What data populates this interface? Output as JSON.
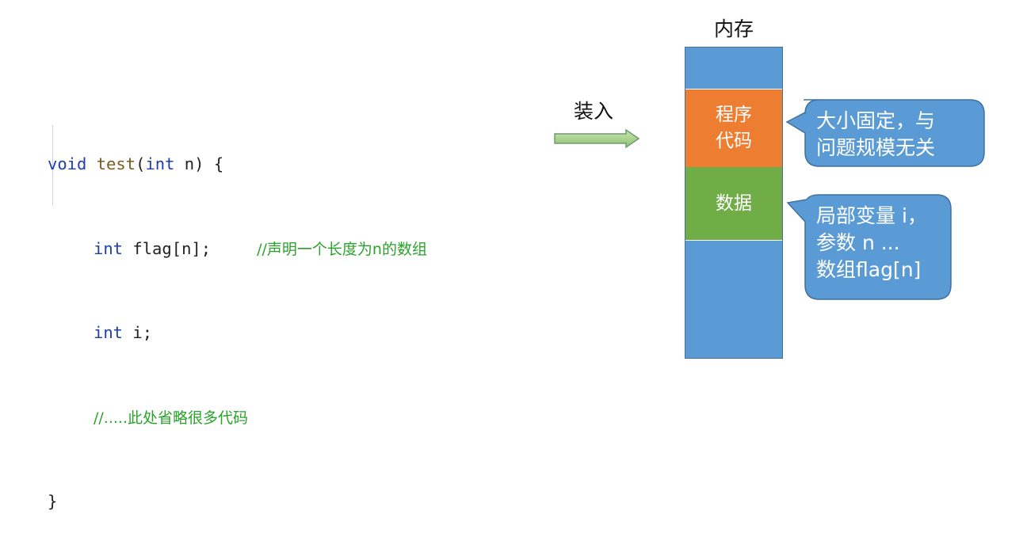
{
  "code": {
    "line1": {
      "kw_void": "void",
      "fn_test": "test",
      "paren_open": "(",
      "kw_int": "int",
      "param": " n) {"
    },
    "line2": {
      "kw_int": "int",
      "decl": " flag[n];",
      "comment": "//声明一个长度为n的数组"
    },
    "line3": {
      "kw_int": "int",
      "decl": " i;"
    },
    "line4": {
      "comment": "//.....此处省略很多代码"
    },
    "line5": {
      "close": "}"
    }
  },
  "arrow": {
    "label": "装入"
  },
  "memory": {
    "title": "内存",
    "segments": [
      {
        "label": "程序\n代码",
        "color": "#ed7d31"
      },
      {
        "label": "数据",
        "color": "#70ad47"
      }
    ],
    "background_color": "#5b9bd5"
  },
  "callouts": [
    {
      "text": "大小固定，与\n问题规模无关"
    },
    {
      "text": "局部变量 i，\n参数 n ...\n数组flag[n]"
    }
  ]
}
